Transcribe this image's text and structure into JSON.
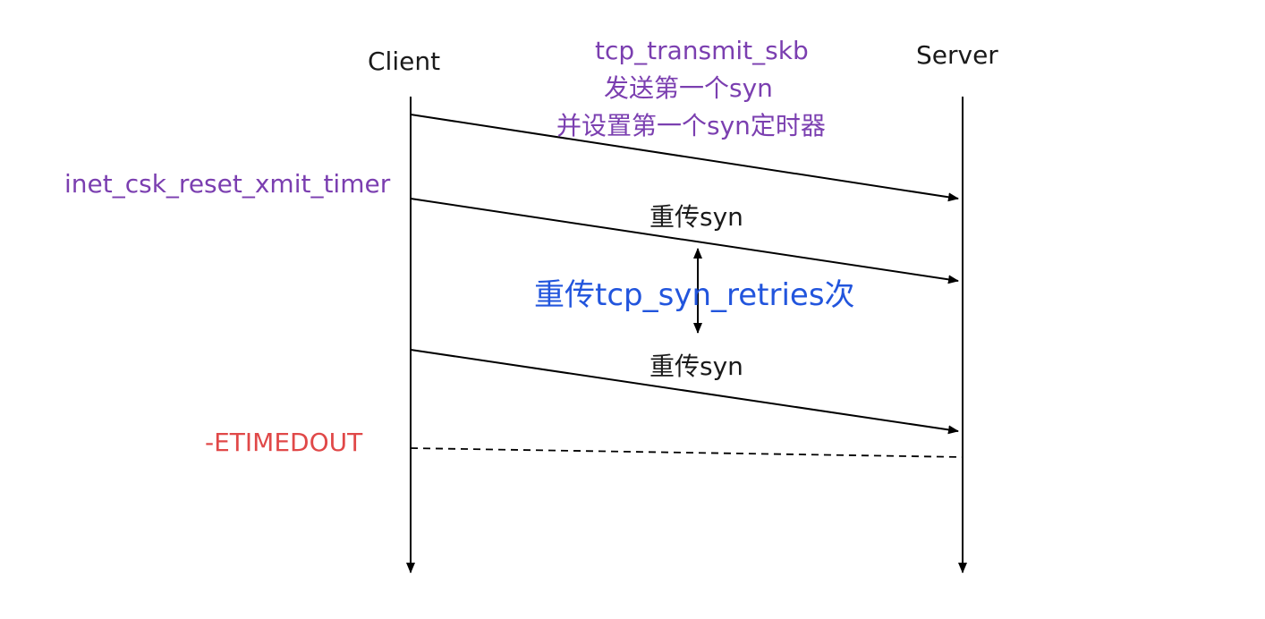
{
  "actors": {
    "client": "Client",
    "server": "Server"
  },
  "notes": {
    "first_syn_line1": "tcp_transmit_skb",
    "first_syn_line2": "发送第一个syn",
    "first_syn_line3": "并设置第一个syn定时器",
    "reset_timer": "inet_csk_reset_xmit_timer",
    "retransmit_1": "重传syn",
    "retries": "重传tcp_syn_retries次",
    "retransmit_2": "重传syn",
    "timeout": "-ETIMEDOUT"
  },
  "colors": {
    "purple": "#7b3fb0",
    "blue": "#2255dd",
    "red": "#e04848",
    "line": "#000000"
  }
}
